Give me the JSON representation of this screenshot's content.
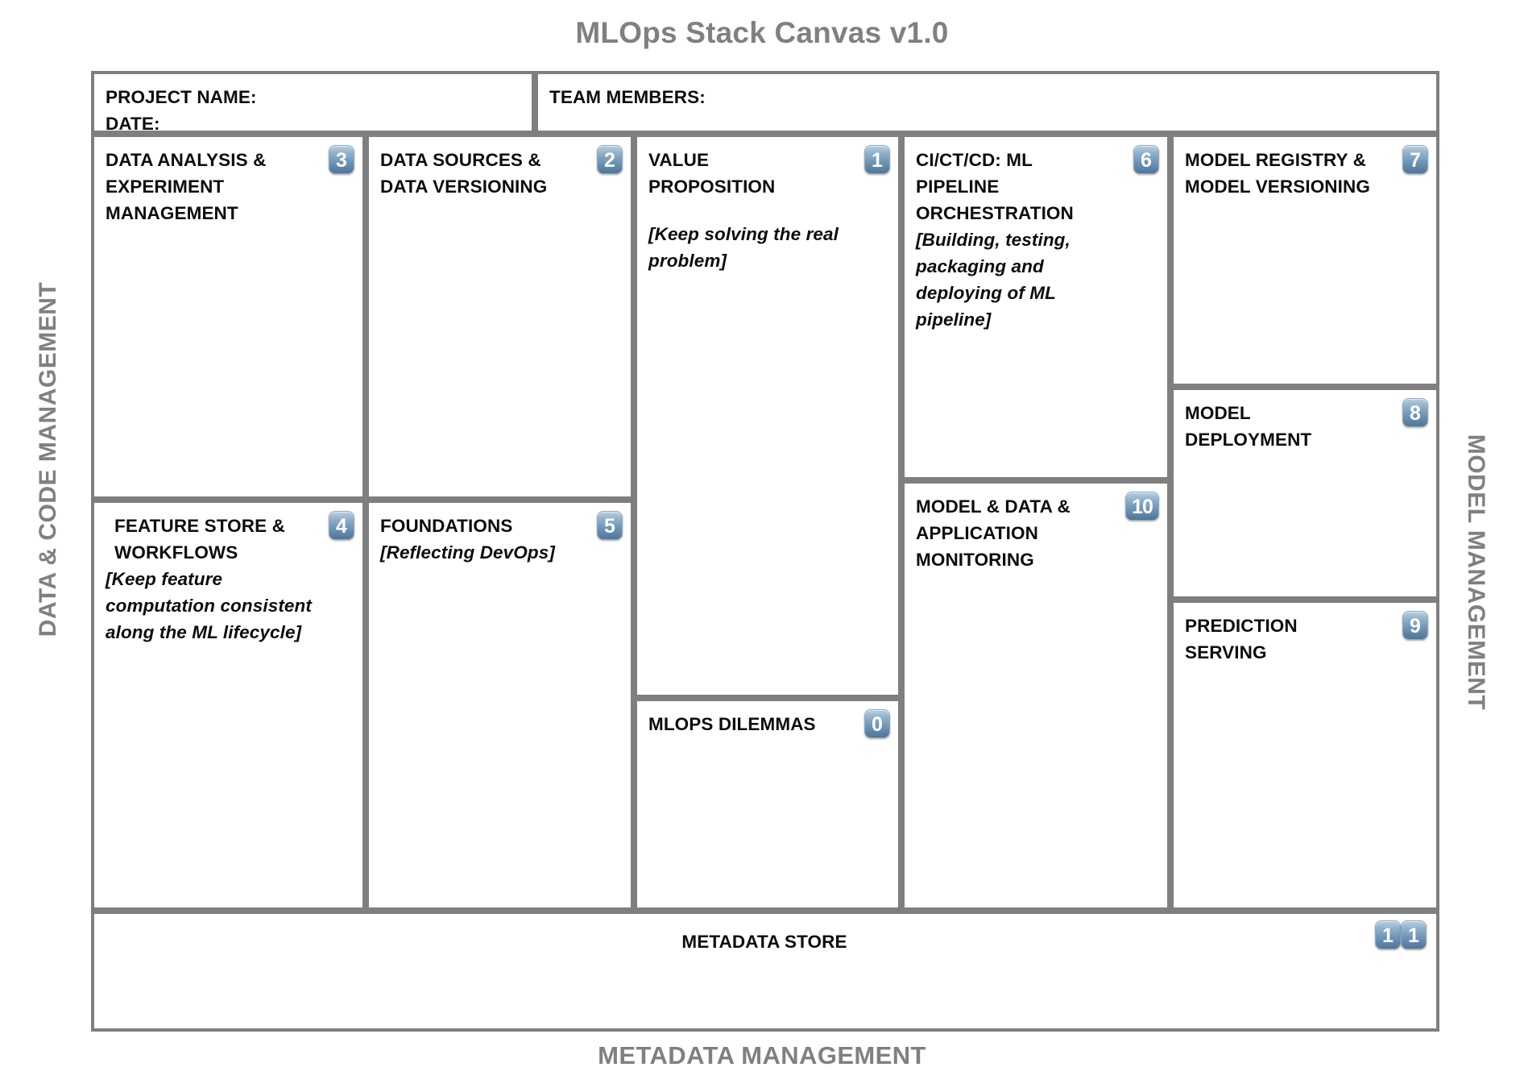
{
  "title": "MLOps Stack Canvas v1.0",
  "side_labels": {
    "left": "DATA & CODE MANAGEMENT",
    "right": "MODEL MANAGEMENT",
    "bottom": "METADATA MANAGEMENT"
  },
  "colors": {
    "title_gray": "#808080",
    "border_gray": "#7f7f7f",
    "badge_blue_light": "#b9cfe0",
    "badge_blue_dark": "#4f7698",
    "text_black": "#0d0d0d",
    "background": "#ffffff"
  },
  "header": {
    "project_name_label": "PROJECT NAME:",
    "date_label": "DATE:",
    "team_members_label": "TEAM MEMBERS:"
  },
  "boxes": [
    {
      "id": "box-3",
      "number": "3",
      "title": "DATA ANALYSIS & EXPERIMENT MANAGEMENT",
      "hint": ""
    },
    {
      "id": "box-2",
      "number": "2",
      "title": "DATA SOURCES & DATA VERSIONING",
      "hint": ""
    },
    {
      "id": "box-4",
      "number": "4",
      "title": "FEATURE STORE & WORKFLOWS",
      "hint": "[Keep feature computation consistent along the ML lifecycle]"
    },
    {
      "id": "box-5",
      "number": "5",
      "title": "FOUNDATIONS",
      "hint": "[Reflecting DevOps]"
    },
    {
      "id": "box-1",
      "number": "1",
      "title": "VALUE PROPOSITION",
      "hint": "[Keep solving the real problem]"
    },
    {
      "id": "box-0",
      "number": "0",
      "title": "MLOPS DILEMMAS",
      "hint": ""
    },
    {
      "id": "box-6",
      "number": "6",
      "title": "CI/CT/CD: ML PIPELINE ORCHESTRATION",
      "hint": "[Building, testing, packaging and deploying of ML pipeline]"
    },
    {
      "id": "box-10",
      "number": "10",
      "title": "MODEL & DATA & APPLICATION MONITORING",
      "hint": ""
    },
    {
      "id": "box-7",
      "number": "7",
      "title": "MODEL REGISTRY & MODEL VERSIONING",
      "hint": ""
    },
    {
      "id": "box-8",
      "number": "8",
      "title": "MODEL DEPLOYMENT",
      "hint": ""
    },
    {
      "id": "box-9",
      "number": "9",
      "title": "PREDICTION SERVING",
      "hint": ""
    },
    {
      "id": "box-11",
      "number": "11",
      "title": "METADATA STORE",
      "hint": ""
    }
  ]
}
